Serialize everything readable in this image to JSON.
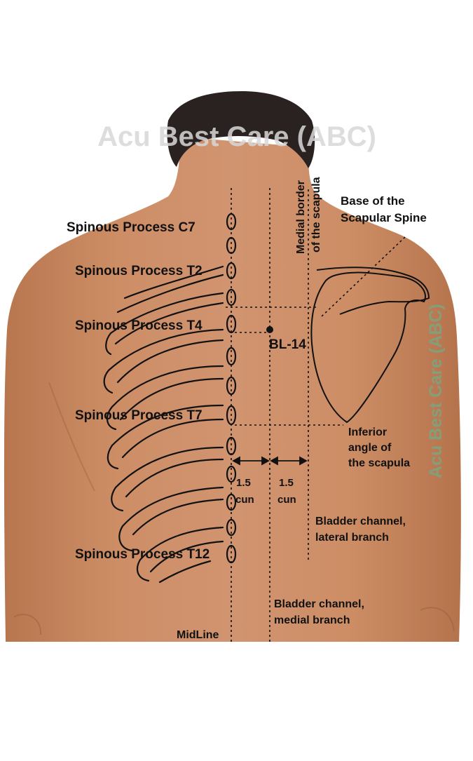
{
  "watermarks": {
    "top": "Acu Best Care (ABC)",
    "side": "Acu Best Care (ABC)"
  },
  "labels": {
    "c7": "Spinous Process C7",
    "t2": "Spinous Process T2",
    "t4": "Spinous Process T4",
    "t7": "Spinous Process T7",
    "t12": "Spinous Process T12",
    "point": "BL-14",
    "scapula_border_1": "Medial border",
    "scapula_border_2": "of the scapula",
    "scapular_spine_1": "Base of the",
    "scapular_spine_2": "Scapular Spine",
    "inferior_1": "Inferior",
    "inferior_2": "angle of",
    "inferior_3": "the scapula",
    "dist1_value": "1.5",
    "dist1_unit": "cun",
    "dist2_value": "1.5",
    "dist2_unit": "cun",
    "lateral_1": "Bladder channel,",
    "lateral_2": "lateral branch",
    "medial_1": "Bladder channel,",
    "medial_2": "medial branch",
    "midline": "MidLine"
  },
  "colors": {
    "skin": "#c98a62",
    "skin_dark": "#a86a46",
    "hair": "#2a2220",
    "watermark_grey": "#d8d8d8",
    "watermark_green": "#7fa37f",
    "ink": "#111111"
  }
}
